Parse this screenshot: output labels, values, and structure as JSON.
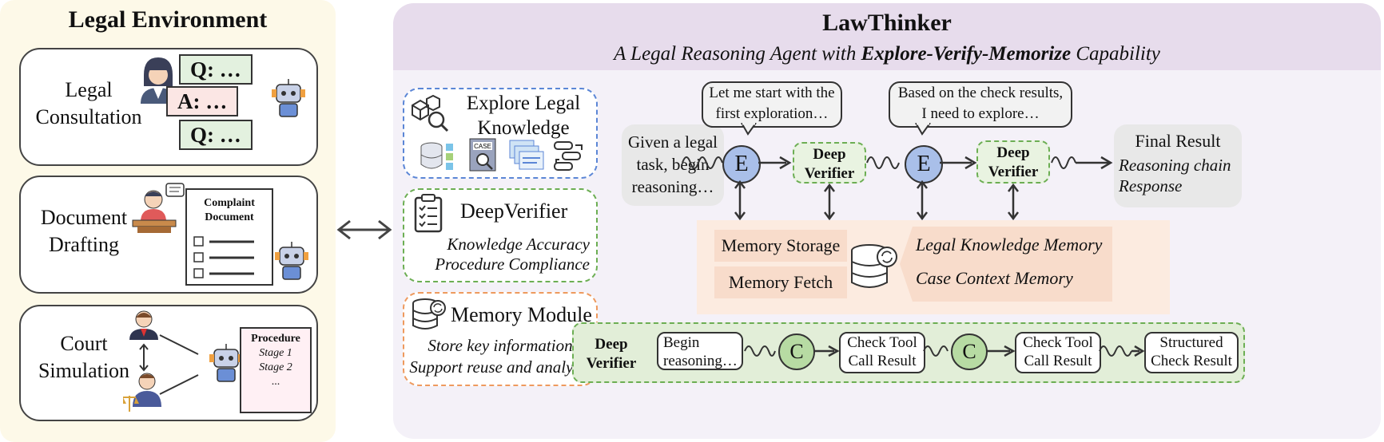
{
  "left": {
    "title": "Legal Environment",
    "consultation": {
      "label1": "Legal",
      "label2": "Consultation",
      "q1": "Q:  …",
      "a1": "A:  …",
      "q2": "Q:  …"
    },
    "drafting": {
      "label1": "Document",
      "label2": "Drafting",
      "doc_title1": "Complaint",
      "doc_title2": "Document"
    },
    "court": {
      "label1": "Court",
      "label2": "Simulation",
      "proc_title": "Procedure",
      "stage1": "Stage 1",
      "stage2": "Stage 2",
      "more": "..."
    }
  },
  "right": {
    "title": "LawThinker",
    "subtitle_pre": "A Legal Reasoning Agent with ",
    "subtitle_bold": "Explore-Verify-Memorize",
    "subtitle_post": " Capability",
    "explore": {
      "title1": "Explore Legal",
      "title2": "Knowledge",
      "case_tag": "CASE"
    },
    "verifier": {
      "title": "DeepVerifier",
      "line1": "Knowledge Accuracy",
      "line2": "Procedure Compliance"
    },
    "memory": {
      "title": "Memory Module",
      "line1": "Store key information",
      "line2": "Support reuse and analysis"
    },
    "flow": {
      "start1": "Given a legal",
      "start2": "task, begin",
      "start3": "reasoning…",
      "bubble1_l1": "Let me start with the",
      "bubble1_l2": "first exploration…",
      "bubble2_l1": "Based on the check results,",
      "bubble2_l2": "I need to explore…",
      "node_e": "E",
      "dv1": "Deep",
      "dv2": "Verifier",
      "final_title": "Final Result",
      "final_l1": "Reasoning chain",
      "final_l2": "Response",
      "mem_storage": "Memory Storage",
      "mem_fetch": "Memory Fetch",
      "mem_legal": "Legal Knowledge Memory",
      "mem_case": "Case Context Memory"
    },
    "check": {
      "label1": "Deep",
      "label2": "Verifier",
      "begin1": "Begin",
      "begin2": "reasoning…",
      "node_c": "C",
      "tool1": "Check Tool",
      "tool2": "Call Result",
      "struct1": "Structured",
      "struct2": "Check Result"
    }
  },
  "colors": {
    "left_bg": "#fdf9e8",
    "right_bg": "#f4f1f8",
    "header_bg": "#e7dcec",
    "explore": "#5b86d6",
    "verify": "#6cae53",
    "memory": "#ee9a5e",
    "node_e": "#a9bfe9",
    "node_c": "#b7dba3"
  }
}
